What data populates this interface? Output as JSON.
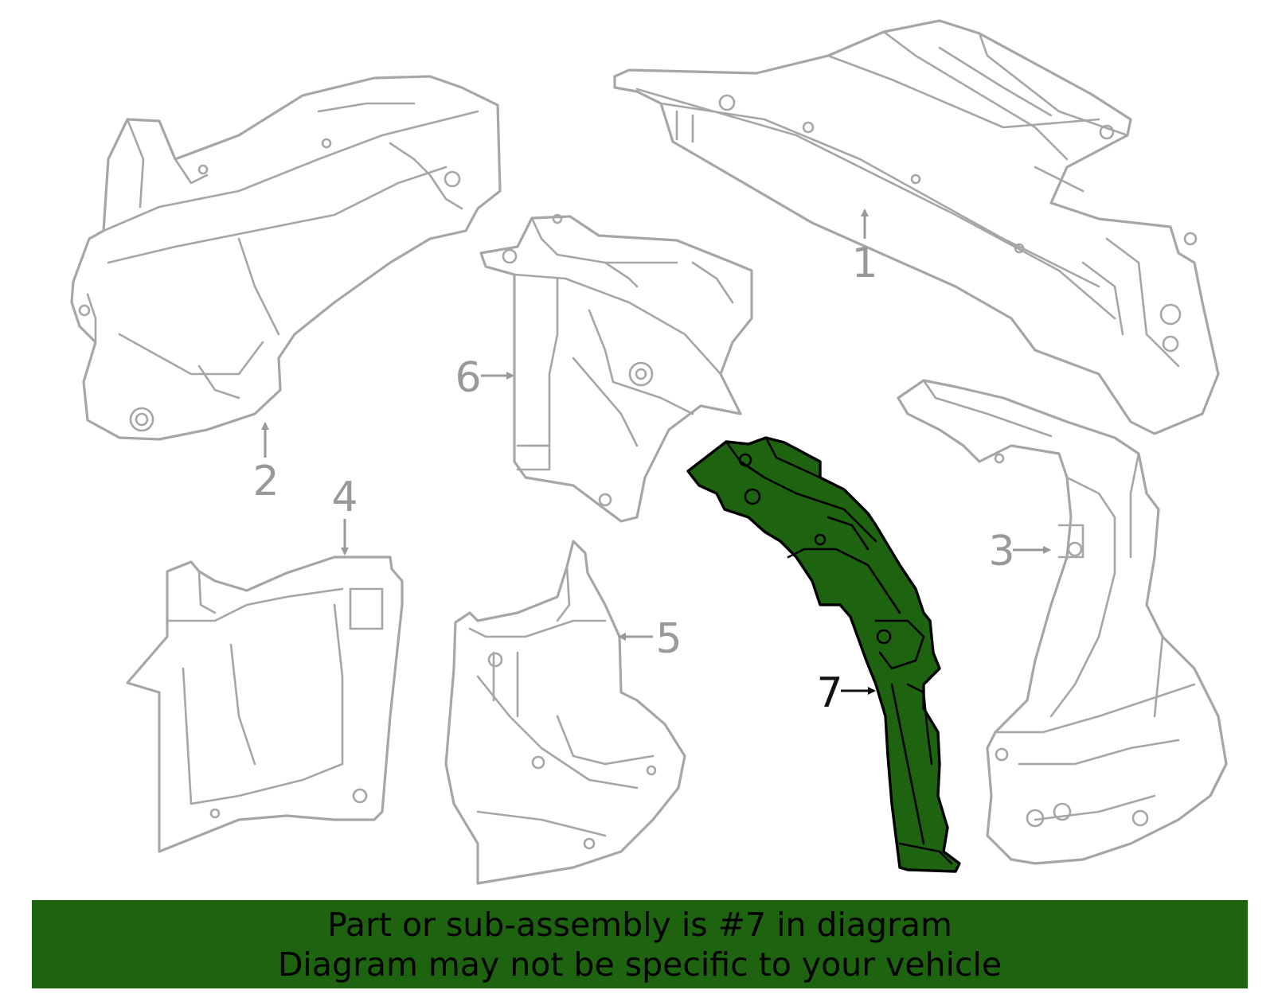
{
  "diagram": {
    "highlight_color": "#1e6410",
    "outline_color": "#a6a6a6",
    "callouts": [
      {
        "label": "1",
        "highlighted": false
      },
      {
        "label": "2",
        "highlighted": false
      },
      {
        "label": "3",
        "highlighted": false
      },
      {
        "label": "4",
        "highlighted": false
      },
      {
        "label": "5",
        "highlighted": false
      },
      {
        "label": "6",
        "highlighted": false
      },
      {
        "label": "7",
        "highlighted": true
      }
    ]
  },
  "banner": {
    "background": "#1e6410",
    "line1": "Part or sub-assembly is #7 in diagram",
    "line2": "Diagram may not be specific to your vehicle"
  }
}
